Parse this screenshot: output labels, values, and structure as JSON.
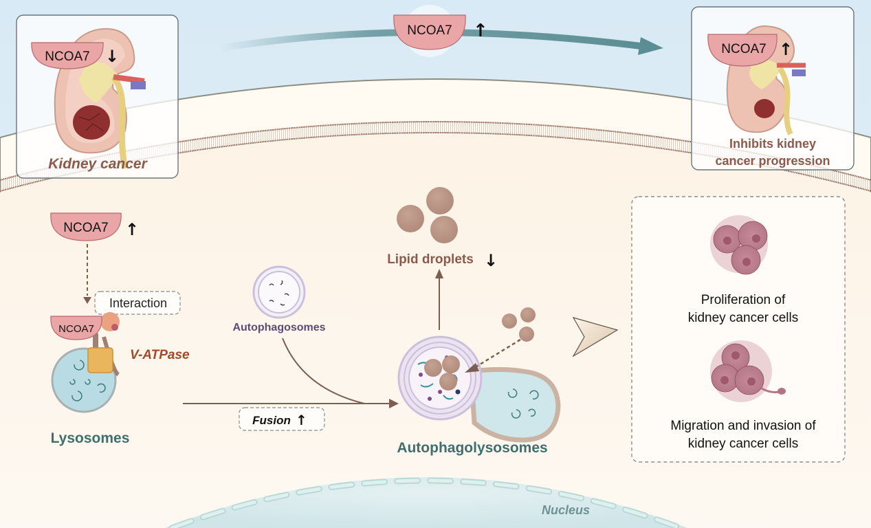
{
  "top": {
    "left_panel": {
      "protein": "NCOA7",
      "arrow": "↓",
      "caption": "Kidney cancer"
    },
    "center": {
      "protein": "NCOA7",
      "arrow": "↑"
    },
    "right_panel": {
      "protein": "NCOA7",
      "arrow": "↑",
      "caption_line1": "Inhibits kidney",
      "caption_line2": "cancer progression"
    }
  },
  "mechanism": {
    "ncoa7_top": {
      "protein": "NCOA7",
      "arrow": "↑"
    },
    "interaction_label": "Interaction",
    "ncoa7_bound": "NCOA7",
    "vatpase_label": "V-ATPase",
    "lysosomes_label": "Lysosomes",
    "autophagosomes_label": "Autophagosomes",
    "fusion_label": "Fusion",
    "fusion_arrow": "↑",
    "autophagolysosomes_label": "Autophagolysosomes",
    "lipid_label": "Lipid droplets",
    "lipid_arrow": "↓",
    "nucleus_label": "Nucleus"
  },
  "outcomes": {
    "item1_line1": "Proliferation of",
    "item1_line2": "kidney cancer cells",
    "item2_line1": "Migration and invasion of",
    "item2_line2": "kidney cancer cells"
  },
  "colors": {
    "sky": "#dcecf6",
    "cytoplasm": "#fdf1e3",
    "protein_fill": "#e8a0a2",
    "teal_text": "#3f6e6c",
    "brown_text": "#8a5a4c",
    "vatpase_text": "#a2492d",
    "purple_text": "#5b4a7a",
    "arrow_brown": "#7a5e50",
    "flow_arrow": "#5b8e94"
  }
}
